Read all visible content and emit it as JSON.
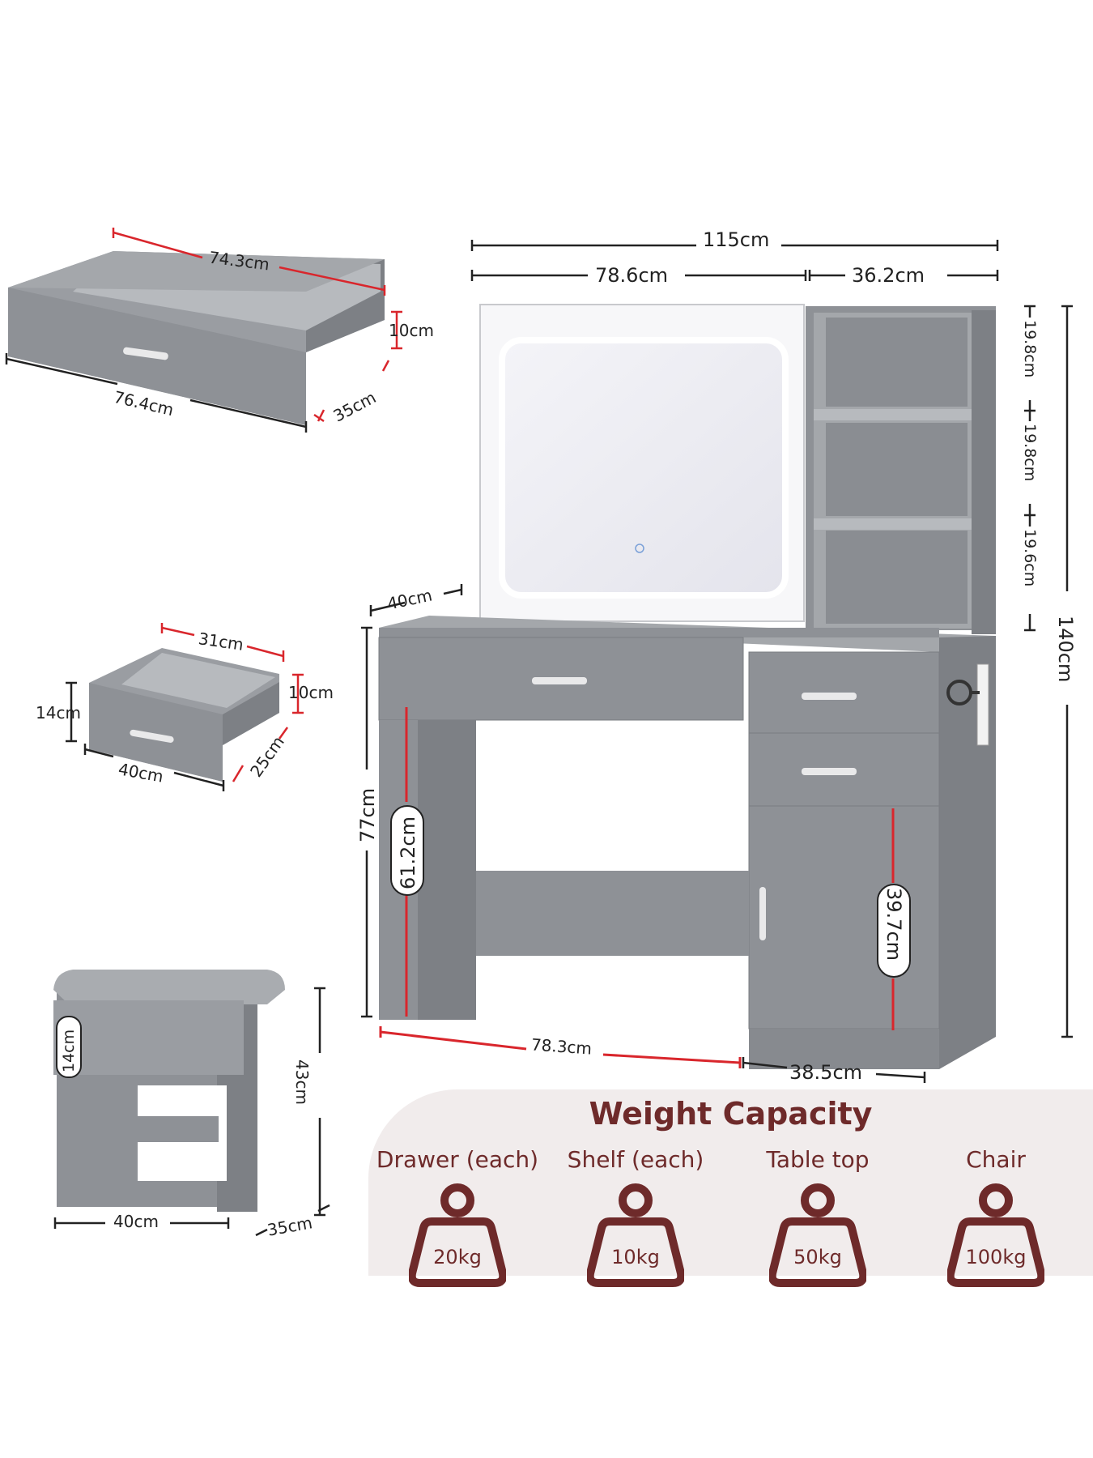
{
  "drawer_large": {
    "length": "74.3cm",
    "height": "10cm",
    "front_width": "76.4cm",
    "depth": "35cm"
  },
  "drawer_small": {
    "length": "31cm",
    "height": "10cm",
    "front_height": "14cm",
    "front_width": "40cm",
    "depth": "25cm"
  },
  "stool": {
    "front_drawer_height": "14cm",
    "height": "43cm",
    "width": "40cm",
    "depth": "35cm"
  },
  "vanity": {
    "total_width": "115cm",
    "mirror_width": "78.6cm",
    "shelf_width": "36.2cm",
    "shelf_heights": [
      "19.8cm",
      "19.8cm",
      "19.6cm"
    ],
    "total_height": "140cm",
    "depth": "40cm",
    "table_height": "77cm",
    "knee_height": "61.2cm",
    "cabinet_height": "39.7cm",
    "knee_width": "78.3cm",
    "cabinet_width": "38.5cm"
  },
  "weight_capacity": {
    "title": "Weight Capacity",
    "items": [
      {
        "label": "Drawer (each)",
        "value": "20kg"
      },
      {
        "label": "Shelf (each)",
        "value": "10kg"
      },
      {
        "label": "Table top",
        "value": "50kg"
      },
      {
        "label": "Chair",
        "value": "100kg"
      }
    ]
  },
  "colors": {
    "furniture": "#8e9196",
    "furniture_dark": "#6f7276",
    "accent": "#d9262c",
    "brand": "#6e2a2a"
  }
}
